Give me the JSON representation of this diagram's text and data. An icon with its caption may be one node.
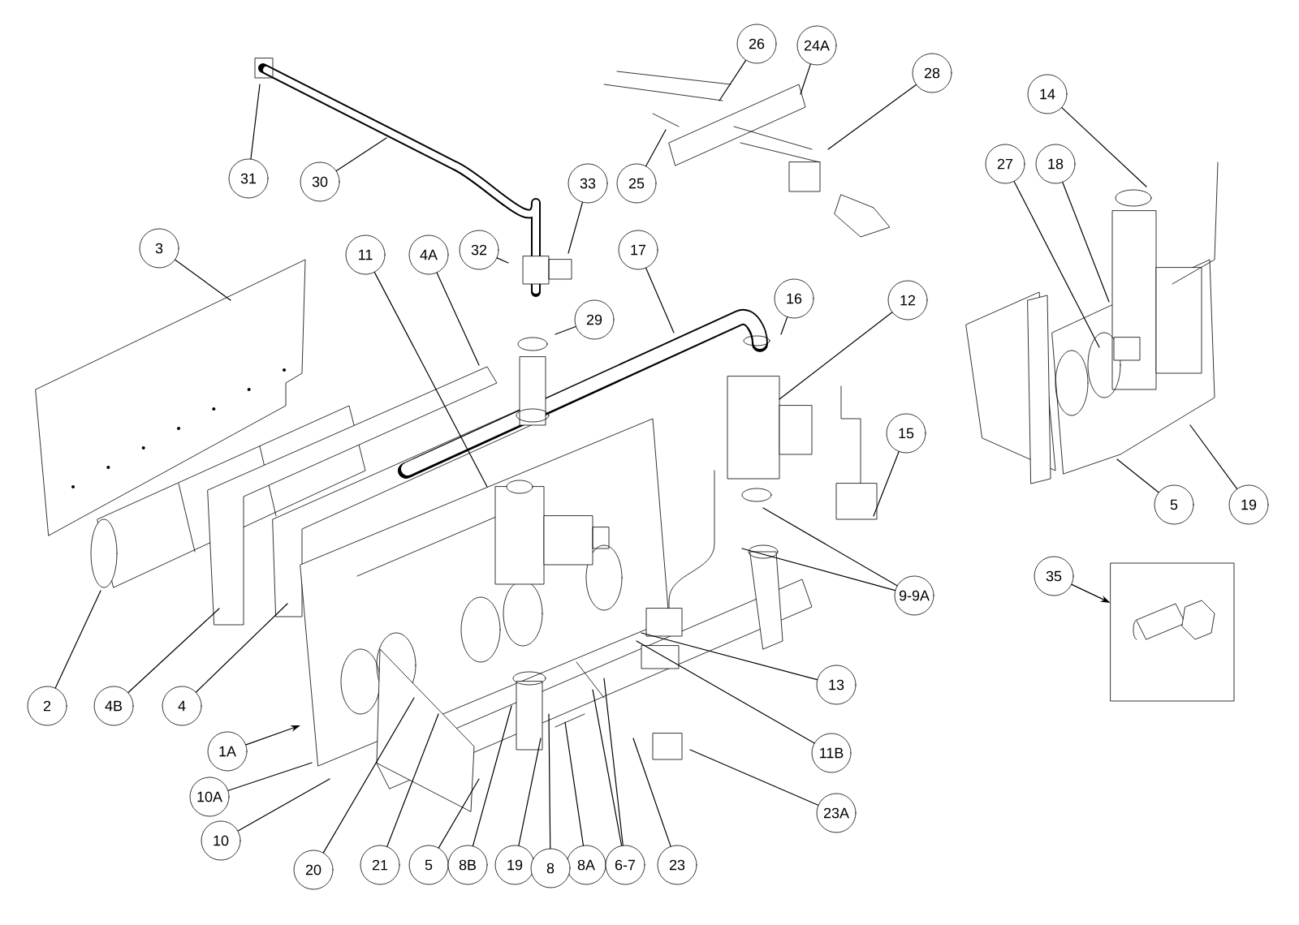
{
  "diagram": {
    "nodes": [
      {
        "text": [
          "26"
        ]
      },
      {
        "text": [
          "24A"
        ]
      },
      {
        "text": [
          "28"
        ]
      },
      {
        "text": [
          "14"
        ]
      },
      {
        "text": [
          "31"
        ]
      },
      {
        "text": [
          "30"
        ]
      },
      {
        "text": [
          "33"
        ]
      },
      {
        "text": [
          "25"
        ]
      },
      {
        "text": [
          "27"
        ]
      },
      {
        "text": [
          "18"
        ]
      },
      {
        "text": [
          "3"
        ]
      },
      {
        "text": [
          "32"
        ]
      },
      {
        "text": [
          "11"
        ]
      },
      {
        "text": [
          "4A"
        ]
      },
      {
        "text": [
          "17"
        ]
      },
      {
        "text": [
          "16"
        ]
      },
      {
        "text": [
          "12"
        ]
      },
      {
        "text": [
          "29"
        ]
      },
      {
        "text": [
          "15"
        ]
      },
      {
        "text": [
          "5"
        ]
      },
      {
        "text": [
          "19"
        ]
      },
      {
        "text": [
          "35"
        ]
      },
      {
        "text": [
          "9-9A"
        ]
      },
      {
        "text": [
          "13"
        ]
      },
      {
        "text": [
          "2"
        ]
      },
      {
        "text": [
          "4B"
        ]
      },
      {
        "text": [
          "4"
        ]
      },
      {
        "text": [
          "1A"
        ]
      },
      {
        "text": [
          "11B"
        ]
      },
      {
        "text": [
          "10A"
        ]
      },
      {
        "text": [
          "23A"
        ]
      },
      {
        "text": [
          "10"
        ]
      },
      {
        "text": [
          "21"
        ]
      },
      {
        "text": [
          "5"
        ]
      },
      {
        "text": [
          "8B"
        ]
      },
      {
        "text": [
          "19"
        ]
      },
      {
        "text": [
          "8A"
        ]
      },
      {
        "text": [
          "6-7"
        ]
      },
      {
        "text": [
          "23"
        ]
      },
      {
        "text": [
          "8"
        ]
      },
      {
        "text": [
          "20"
        ]
      },
      {
        "text": [],
        "shape": "picture"
      }
    ],
    "edges": [
      {
        "from": 0,
        "to": null,
        "arrow": "none"
      },
      {
        "from": 1,
        "to": null,
        "arrow": "none"
      },
      {
        "from": 2,
        "to": null,
        "arrow": "none"
      },
      {
        "from": 3,
        "to": null,
        "arrow": "none"
      },
      {
        "from": 4,
        "to": null,
        "arrow": "none"
      },
      {
        "from": 5,
        "to": null,
        "arrow": "none"
      },
      {
        "from": 6,
        "to": null,
        "arrow": "none"
      },
      {
        "from": 7,
        "to": null,
        "arrow": "none"
      },
      {
        "from": 8,
        "to": null,
        "arrow": "none"
      },
      {
        "from": 9,
        "to": null,
        "arrow": "none"
      },
      {
        "from": 10,
        "to": null,
        "arrow": "none"
      },
      {
        "from": 11,
        "to": null,
        "arrow": "none"
      },
      {
        "from": 12,
        "to": null,
        "arrow": "none"
      },
      {
        "from": 13,
        "to": null,
        "arrow": "none"
      },
      {
        "from": 14,
        "to": null,
        "arrow": "none"
      },
      {
        "from": 15,
        "to": null,
        "arrow": "none"
      },
      {
        "from": 16,
        "to": null,
        "arrow": "none"
      },
      {
        "from": 17,
        "to": null,
        "arrow": "none"
      },
      {
        "from": 18,
        "to": null,
        "arrow": "none"
      },
      {
        "from": 19,
        "to": null,
        "arrow": "none"
      },
      {
        "from": 20,
        "to": null,
        "arrow": "none"
      },
      {
        "from": 21,
        "to": 41,
        "arrow": "to"
      },
      {
        "from": 22,
        "to": null,
        "arrow": "none"
      },
      {
        "from": 22,
        "to": null,
        "arrow": "none"
      },
      {
        "from": 23,
        "to": null,
        "arrow": "none"
      },
      {
        "from": 24,
        "to": null,
        "arrow": "none"
      },
      {
        "from": 25,
        "to": null,
        "arrow": "none"
      },
      {
        "from": 26,
        "to": null,
        "arrow": "none"
      },
      {
        "from": 27,
        "to": null,
        "arrow": "to"
      },
      {
        "from": 28,
        "to": null,
        "arrow": "none"
      },
      {
        "from": 29,
        "to": null,
        "arrow": "none"
      },
      {
        "from": 30,
        "to": null,
        "arrow": "none"
      },
      {
        "from": 31,
        "to": null,
        "arrow": "none"
      },
      {
        "from": 32,
        "to": null,
        "arrow": "none"
      },
      {
        "from": 33,
        "to": null,
        "arrow": "none"
      },
      {
        "from": 34,
        "to": null,
        "arrow": "none"
      },
      {
        "from": 35,
        "to": null,
        "arrow": "none"
      },
      {
        "from": 36,
        "to": null,
        "arrow": "none"
      },
      {
        "from": 37,
        "to": null,
        "arrow": "none"
      },
      {
        "from": 37,
        "to": null,
        "arrow": "none"
      },
      {
        "from": 38,
        "to": null,
        "arrow": "none"
      },
      {
        "from": 39,
        "to": null,
        "arrow": "none"
      },
      {
        "from": 40,
        "to": null,
        "arrow": "none"
      }
    ]
  }
}
